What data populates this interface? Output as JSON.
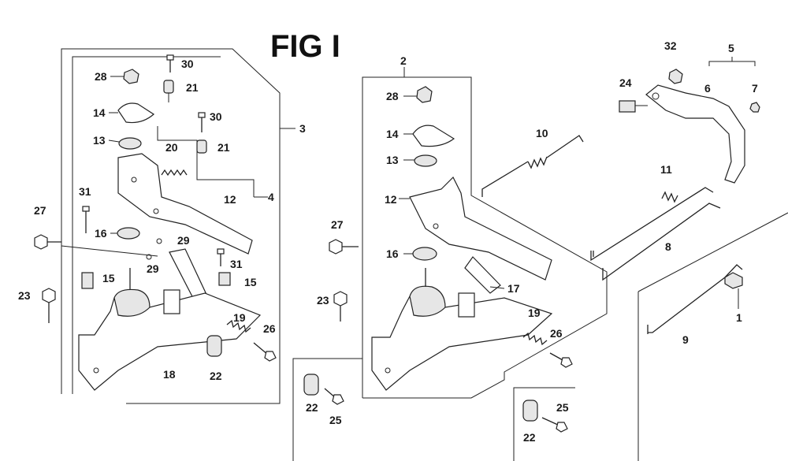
{
  "figure": {
    "title": "FIG I"
  },
  "callouts": [
    {
      "id": "c30a",
      "text": "30"
    },
    {
      "id": "c28a",
      "text": "28"
    },
    {
      "id": "c21a",
      "text": "21"
    },
    {
      "id": "c14a",
      "text": "14"
    },
    {
      "id": "c30b",
      "text": "30"
    },
    {
      "id": "c3",
      "text": "3"
    },
    {
      "id": "c13a",
      "text": "13"
    },
    {
      "id": "c20",
      "text": "20"
    },
    {
      "id": "c21b",
      "text": "21"
    },
    {
      "id": "c12a",
      "text": "12"
    },
    {
      "id": "c4",
      "text": "4"
    },
    {
      "id": "c31a",
      "text": "31"
    },
    {
      "id": "c27a",
      "text": "27"
    },
    {
      "id": "c16a",
      "text": "16"
    },
    {
      "id": "c29a",
      "text": "29"
    },
    {
      "id": "c29b",
      "text": "29"
    },
    {
      "id": "c31b",
      "text": "31"
    },
    {
      "id": "c15a",
      "text": "15"
    },
    {
      "id": "c15b",
      "text": "15"
    },
    {
      "id": "c23a",
      "text": "23"
    },
    {
      "id": "c19a",
      "text": "19"
    },
    {
      "id": "c26a",
      "text": "26"
    },
    {
      "id": "c18",
      "text": "18"
    },
    {
      "id": "c22a",
      "text": "22"
    },
    {
      "id": "c2",
      "text": "2"
    },
    {
      "id": "c28b",
      "text": "28"
    },
    {
      "id": "c14b",
      "text": "14"
    },
    {
      "id": "c13b",
      "text": "13"
    },
    {
      "id": "c10",
      "text": "10"
    },
    {
      "id": "c12b",
      "text": "12"
    },
    {
      "id": "c27b",
      "text": "27"
    },
    {
      "id": "c16b",
      "text": "16"
    },
    {
      "id": "c17",
      "text": "17"
    },
    {
      "id": "c23b",
      "text": "23"
    },
    {
      "id": "c19b",
      "text": "19"
    },
    {
      "id": "c26b",
      "text": "26"
    },
    {
      "id": "c22b",
      "text": "22"
    },
    {
      "id": "c25a",
      "text": "25"
    },
    {
      "id": "c22c",
      "text": "22"
    },
    {
      "id": "c25b",
      "text": "25"
    },
    {
      "id": "c32",
      "text": "32"
    },
    {
      "id": "c5",
      "text": "5"
    },
    {
      "id": "c24",
      "text": "24"
    },
    {
      "id": "c6",
      "text": "6"
    },
    {
      "id": "c7",
      "text": "7"
    },
    {
      "id": "c11",
      "text": "11"
    },
    {
      "id": "c8",
      "text": "8"
    },
    {
      "id": "c9",
      "text": "9"
    },
    {
      "id": "c1",
      "text": "1"
    }
  ]
}
